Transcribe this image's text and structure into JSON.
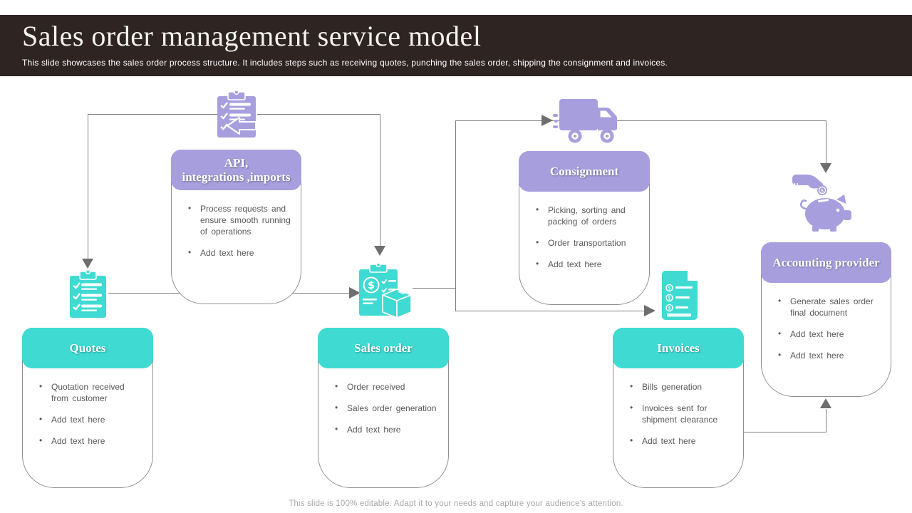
{
  "header": {
    "title": "Sales order management service model",
    "subtitle": "This slide showcases the sales order process structure. It includes steps such as receiving quotes, punching the sales order, shipping the consignment and invoices."
  },
  "footer": {
    "note": "This slide is 100% editable. Adapt it to your needs and capture your audience's attention."
  },
  "colors": {
    "title_bar_bg": "#2e2523",
    "accent_purple": "#a79fdd",
    "accent_teal": "#3fdbd3",
    "connector_gray": "#7f7f7f"
  },
  "cards": [
    {
      "id": "api",
      "title": "API,\nintegrations ,imports",
      "accent": "purple",
      "icon": "clipboard-import-icon",
      "bullets": [
        "Process requests and ensure smooth running of operations",
        "Add text here"
      ]
    },
    {
      "id": "consignment",
      "title": "Consignment",
      "accent": "purple",
      "icon": "delivery-truck-icon",
      "bullets": [
        "Picking, sorting and packing of orders",
        "Order transportation",
        "Add text here"
      ]
    },
    {
      "id": "accounting",
      "title": "Accounting provider",
      "accent": "purple",
      "icon": "piggy-bank-savings-icon",
      "bullets": [
        "Generate sales order final document",
        "Add text here",
        "Add text here"
      ]
    },
    {
      "id": "quotes",
      "title": "Quotes",
      "accent": "teal",
      "icon": "clipboard-checklist-icon",
      "bullets": [
        "Quotation received from customer",
        "Add text here",
        "Add text here"
      ]
    },
    {
      "id": "sales_order",
      "title": "Sales order",
      "accent": "teal",
      "icon": "order-package-icon",
      "bullets": [
        "Order received",
        "Sales order generation",
        "Add text here"
      ]
    },
    {
      "id": "invoices",
      "title": "Invoices",
      "accent": "teal",
      "icon": "invoice-icon",
      "bullets": [
        "Bills generation",
        "Invoices sent for shipment clearance",
        "Add text here"
      ]
    }
  ]
}
